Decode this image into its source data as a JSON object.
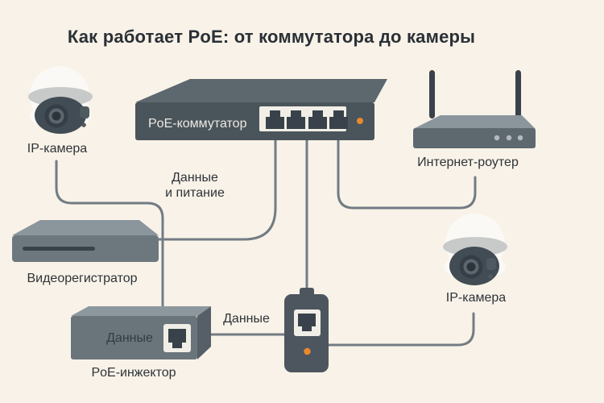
{
  "title": "Как работает PoE: от коммутатора до камеры",
  "devices": {
    "camera_top_left": {
      "label": "IP-камера"
    },
    "poe_switch": {
      "label": "PoE-коммутатор",
      "ports": 4,
      "led_color": "#e9892f"
    },
    "router": {
      "label": "Интернет-роутер",
      "led_count": 3
    },
    "recorder": {
      "label": "Видеорегистратор"
    },
    "poe_injector": {
      "label": "PoE-инжектор",
      "body_text": "Данные"
    },
    "poe_splitter": {
      "led_color": "#e9892f"
    },
    "camera_bottom_right": {
      "label": "IP-камера"
    }
  },
  "annotations": {
    "switch_cable_line1": "Данные",
    "switch_cable_line2": "и питание",
    "splitter_cable": "Данные"
  },
  "colors": {
    "background": "#f8f2e8",
    "cable": "#727c83",
    "device_dark": "#4a545b",
    "device_medium": "#6a747b",
    "device_top": "#8b959c",
    "port_plate": "#f0eee6",
    "port_dark": "#39424a",
    "accent_led": "#e9892f",
    "text": "#2e3338"
  }
}
